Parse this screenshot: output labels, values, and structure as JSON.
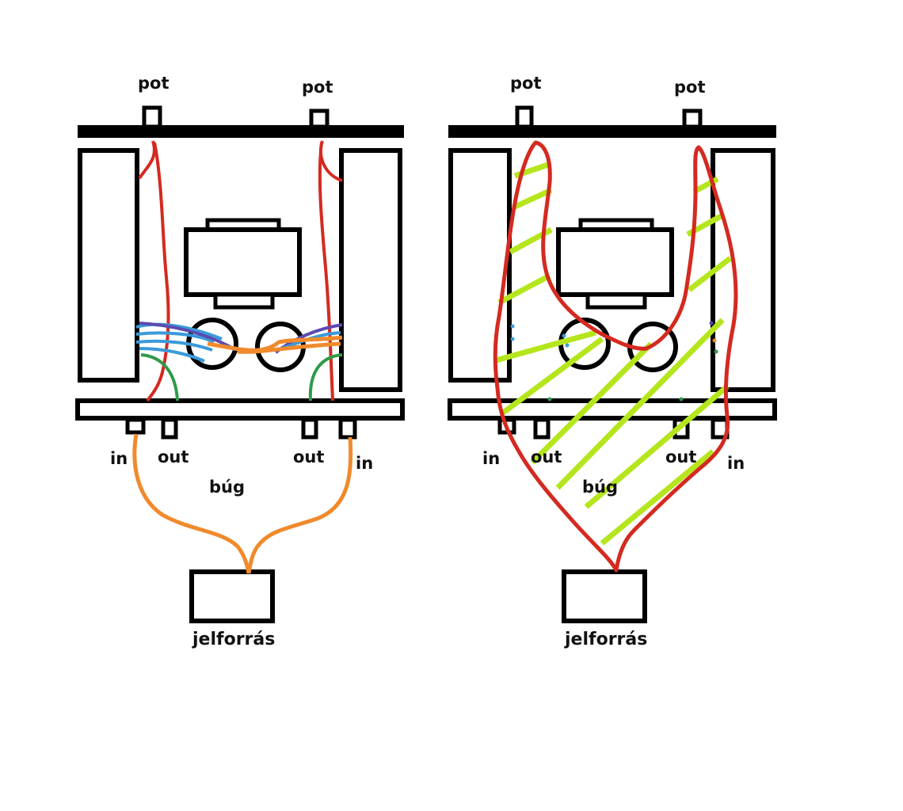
{
  "colors": {
    "outline": "#000000",
    "red_wire": "#d42a20",
    "orange_wire": "#f08a2c",
    "blue_wire": "#3a9ad9",
    "purple_wire": "#5b4ab0",
    "green_wire": "#2f9a4a",
    "hatch": "#b5e61d"
  },
  "panels": [
    {
      "id": "left",
      "labels": {
        "pot_left": "pot",
        "pot_right": "pot",
        "in_left": "in",
        "out_left": "out",
        "out_right": "out",
        "in_right": "in",
        "hum": "búg",
        "source": "jelforrás"
      }
    },
    {
      "id": "right",
      "labels": {
        "pot_left": "pot",
        "pot_right": "pot",
        "in_left": "in",
        "out_left": "out",
        "out_right": "out",
        "in_right": "in",
        "hum": "búg",
        "source": "jelforrás"
      }
    }
  ]
}
